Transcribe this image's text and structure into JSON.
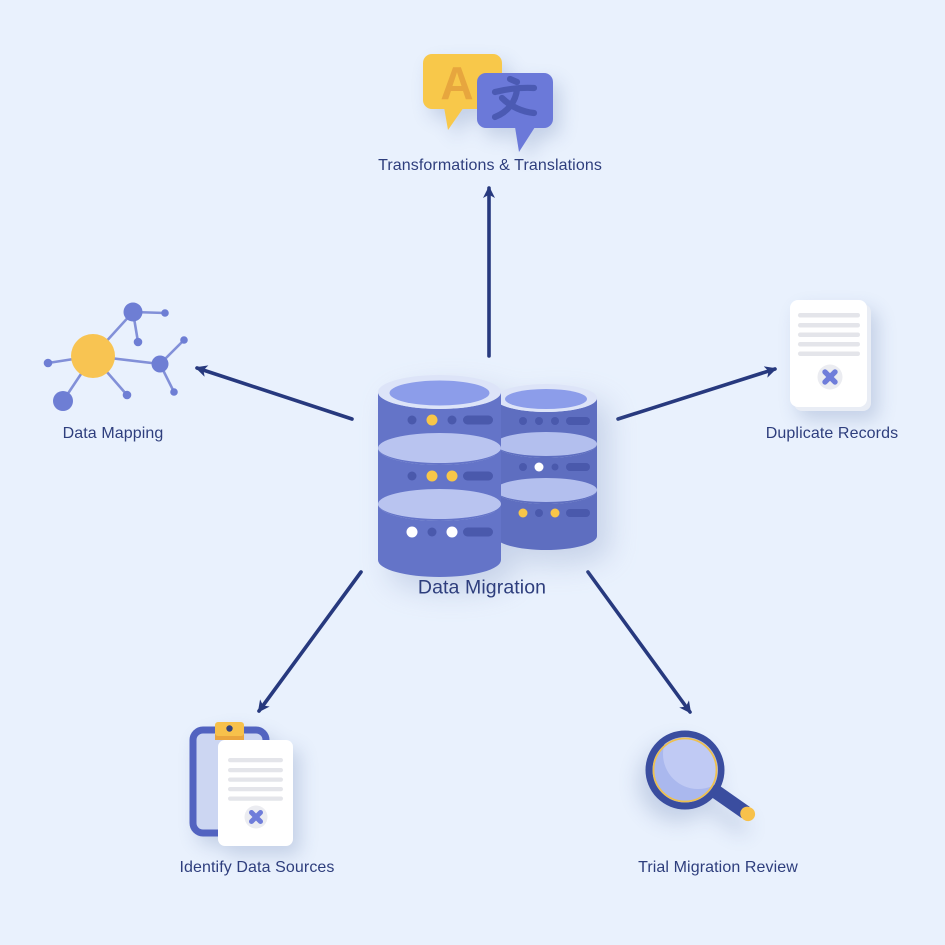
{
  "title": "Data Migration diagram",
  "palette": {
    "background": "#e9f1fd",
    "arrow": "#27397e",
    "label_text": "#2e3e7d",
    "accent_yellow": "#f8c84a",
    "accent_purple": "#6b79d9",
    "database_body": "#6474c6",
    "deep_navy": "#3a4d9f",
    "document_line_gray": "#e4e5ea"
  },
  "center": {
    "id": "data-migration",
    "label": "Data Migration",
    "icon": "database-stack-icon"
  },
  "nodes": [
    {
      "id": "transformations-translations",
      "label": "Transformations & Translations",
      "icon": "translate-bubbles-icon",
      "position": "top"
    },
    {
      "id": "data-mapping",
      "label": "Data Mapping",
      "icon": "network-graph-icon",
      "position": "left"
    },
    {
      "id": "duplicate-records",
      "label": "Duplicate Records",
      "icon": "document-x-icon",
      "position": "right"
    },
    {
      "id": "identify-data-sources",
      "label": "Identify Data Sources",
      "icon": "clipboard-document-icon",
      "position": "bottom-left"
    },
    {
      "id": "trial-migration-review",
      "label": "Trial Migration Review",
      "icon": "magnifier-icon",
      "position": "bottom-right"
    }
  ],
  "arrows": [
    {
      "from": "data-migration",
      "to": "transformations-translations"
    },
    {
      "from": "data-migration",
      "to": "data-mapping"
    },
    {
      "from": "data-migration",
      "to": "duplicate-records"
    },
    {
      "from": "data-migration",
      "to": "identify-data-sources"
    },
    {
      "from": "data-migration",
      "to": "trial-migration-review"
    }
  ],
  "glyphs": {
    "translate_latin": "A",
    "translate_cjk": "文"
  }
}
